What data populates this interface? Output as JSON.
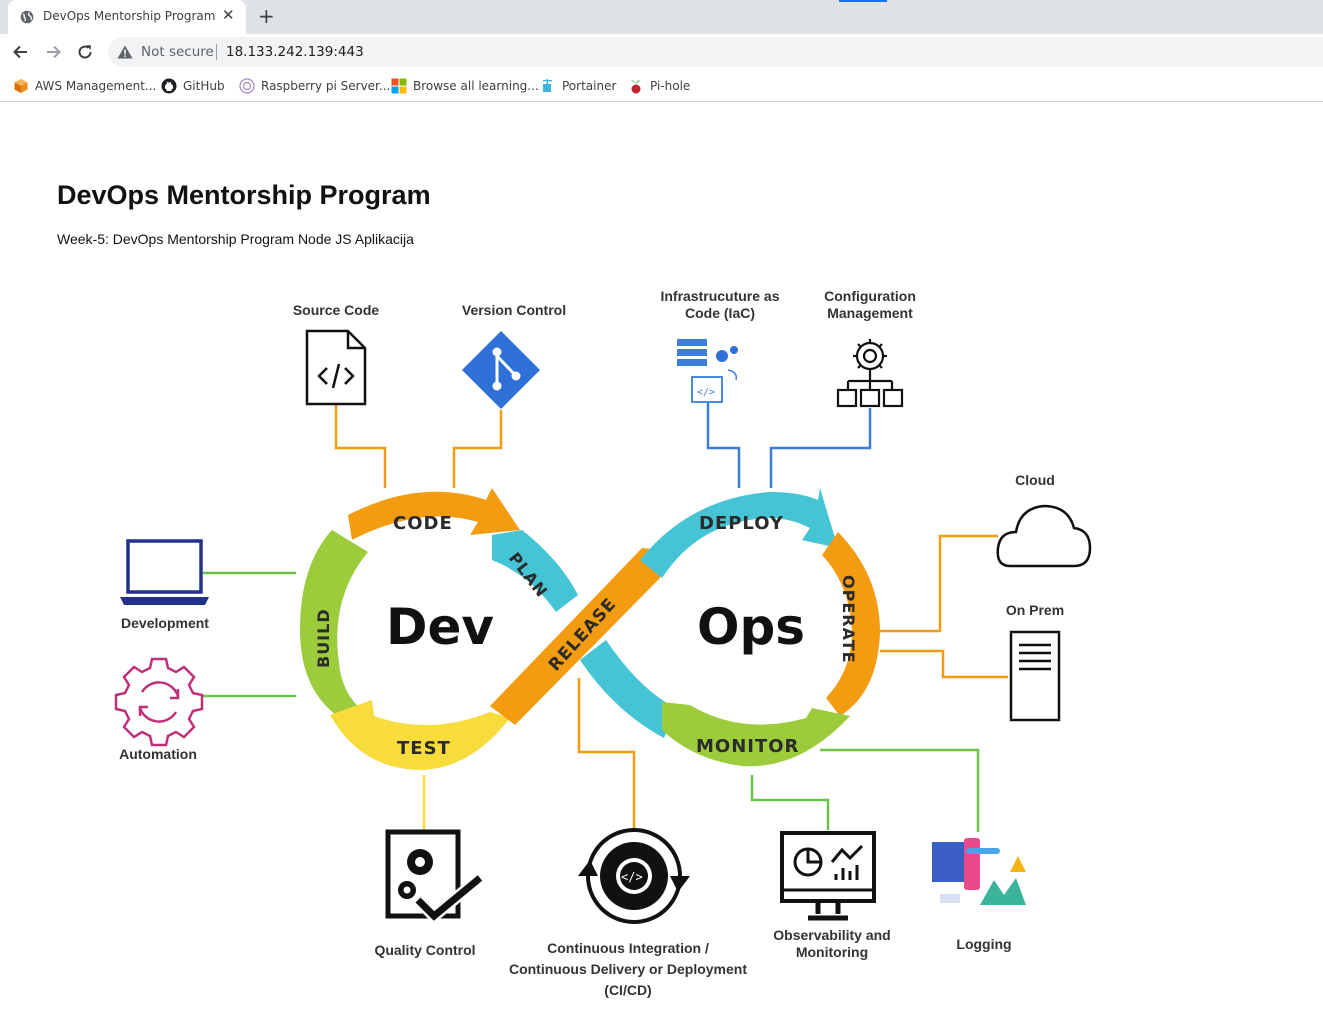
{
  "browser": {
    "tab_title": "DevOps Mentorship Program",
    "tab_close": "✕",
    "new_tab": "+",
    "security_label": "Not secure",
    "url": "18.133.242.139:443",
    "bookmarks": [
      {
        "label": "AWS Management...",
        "icon": "aws-cube-icon"
      },
      {
        "label": "GitHub",
        "icon": "github-icon"
      },
      {
        "label": "Raspberry pi Server...",
        "icon": "raspberry-pi-icon"
      },
      {
        "label": "Browse all learning...",
        "icon": "microsoft-icon"
      },
      {
        "label": "Portainer",
        "icon": "portainer-icon"
      },
      {
        "label": "Pi-hole",
        "icon": "pihole-icon"
      }
    ]
  },
  "page": {
    "title": "DevOps Mentorship Program",
    "subtitle": "Week-5: DevOps Mentorship Program Node JS Aplikacija"
  },
  "diagram": {
    "center": {
      "dev": "Dev",
      "ops": "Ops"
    },
    "stages": {
      "code": "CODE",
      "plan": "PLAN",
      "build": "BUILD",
      "test": "TEST",
      "release": "RELEASE",
      "deploy": "DEPLOY",
      "operate": "OPERATE",
      "monitor": "MONITOR"
    },
    "labels": {
      "source_code": "Source Code",
      "version_control": "Version Control",
      "iac_line1": "Infrastrucuture as",
      "iac_line2": "Code (IaC)",
      "config_line1": "Configuration",
      "config_line2": "Management",
      "cloud": "Cloud",
      "on_prem": "On Prem",
      "development": "Development",
      "automation": "Automation",
      "quality_control": "Quality Control",
      "cicd_line1": "Continuous Integration /",
      "cicd_line2": "Continuous Delivery or Deployment",
      "cicd_line3": "(CI/CD)",
      "observability_line1": "Observability and",
      "observability_line2": "Monitoring",
      "logging": "Logging"
    },
    "colors": {
      "orange": "#f39c12",
      "teal": "#45c4d6",
      "lime": "#9ccc3c",
      "yellow": "#f7dc3c",
      "blue_link": "#3b7dd8",
      "green_link": "#6cc24a"
    }
  }
}
